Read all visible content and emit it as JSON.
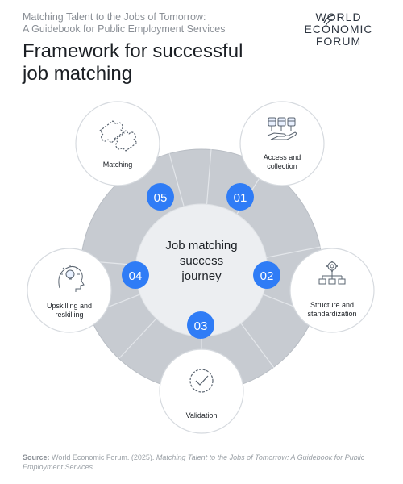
{
  "header": {
    "subtitle_line1": "Matching Talent to the Jobs of Tomorrow:",
    "subtitle_line2": "A Guidebook for Public Employment Services",
    "title_line1": "Framework for successful",
    "title_line2": "job matching"
  },
  "logo": {
    "line1": "WORLD",
    "line2": "ECONOMIC",
    "line3": "FORUM"
  },
  "center": {
    "line1": "Job matching",
    "line2": "success",
    "line3": "journey"
  },
  "steps": [
    {
      "number": "01",
      "label_line1": "Access and",
      "label_line2": "collection",
      "icon": "database-hand-icon"
    },
    {
      "number": "02",
      "label_line1": "Structure and",
      "label_line2": "standardization",
      "icon": "gear-hierarchy-icon"
    },
    {
      "number": "03",
      "label_line1": "Validation",
      "label_line2": "",
      "icon": "checkmark-circle-icon"
    },
    {
      "number": "04",
      "label_line1": "Upskilling and",
      "label_line2": "reskilling",
      "icon": "head-lightbulb-icon"
    },
    {
      "number": "05",
      "label_line1": "Matching",
      "label_line2": "",
      "icon": "puzzle-pieces-icon"
    }
  ],
  "source": {
    "label": "Source:",
    "text_before": " World Economic Forum. (2025). ",
    "title": "Matching Talent to the Jobs of Tomorrow: A Guidebook for Public Employment Services",
    "text_after": "."
  },
  "colors": {
    "accent_blue": "#2f7cf6",
    "ring_gray": "#c7cbd1",
    "center_fill": "#eceef1",
    "outline": "#d6dadf"
  }
}
